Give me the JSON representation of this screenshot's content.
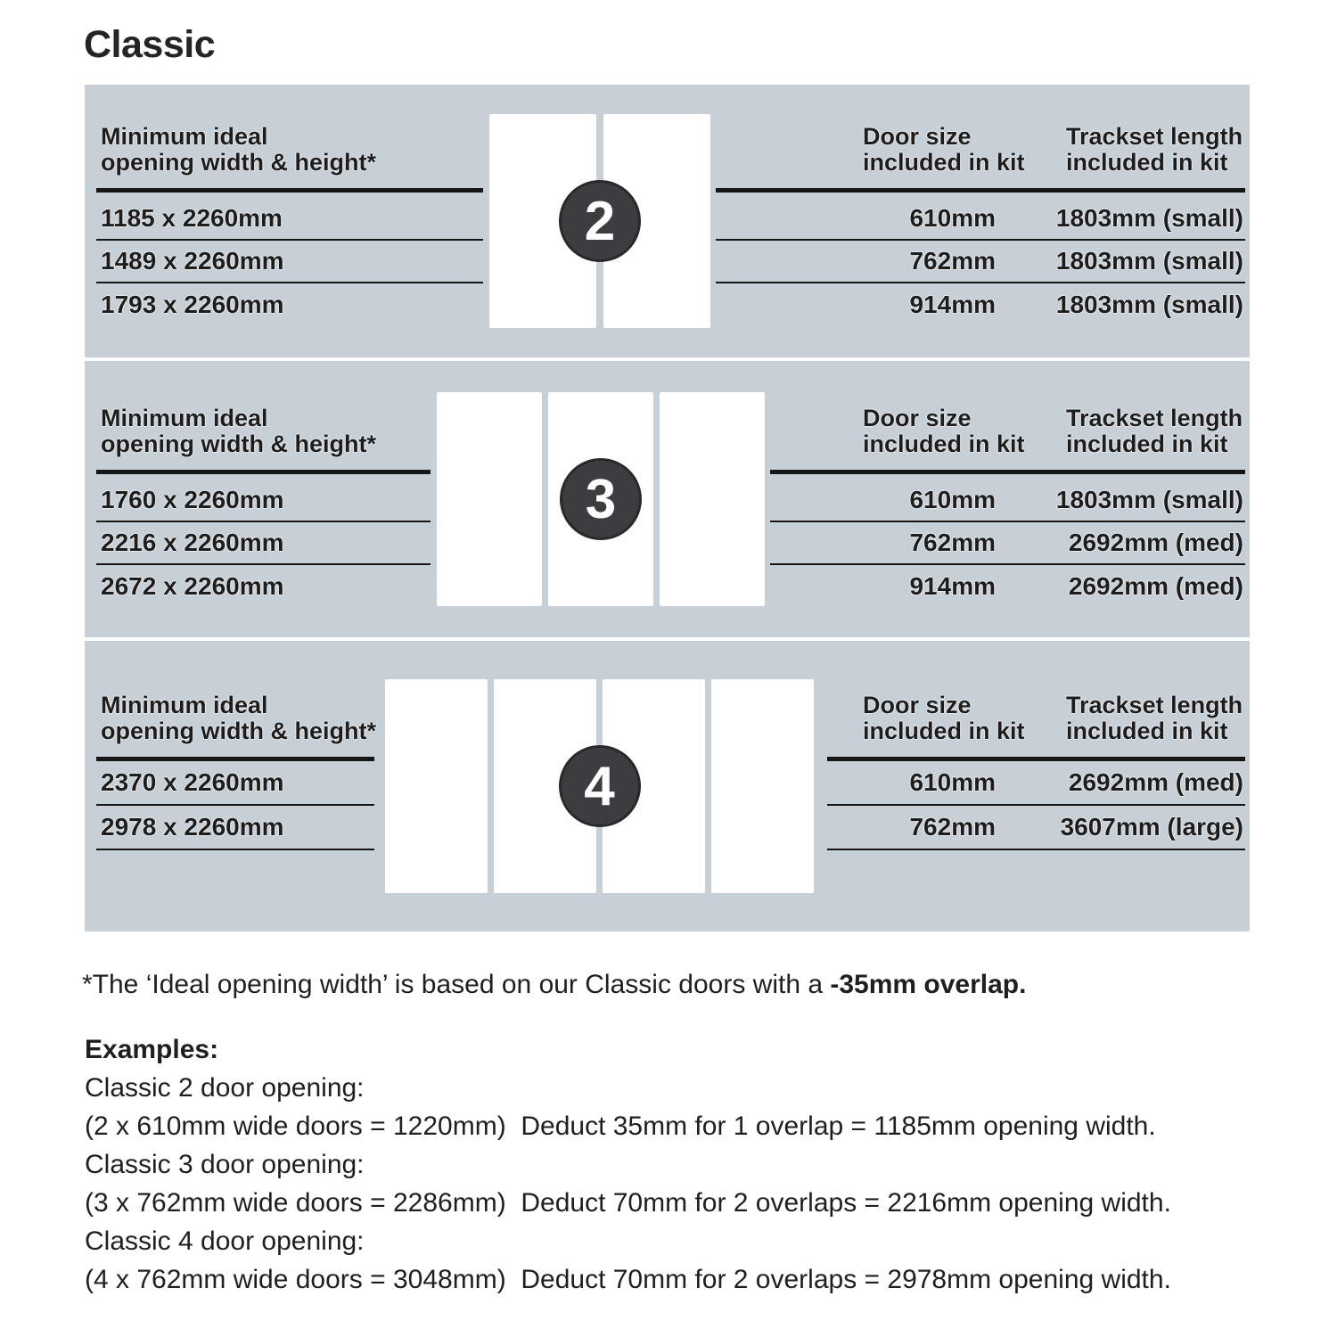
{
  "page": {
    "title": "Classic"
  },
  "colors": {
    "panel_bg": "#c8d0d7",
    "badge_bg": "#3d3d3f",
    "badge_text": "#ffffff",
    "rule": "#161616",
    "text": "#1d1d1d",
    "door_fill": "#fefefe"
  },
  "panels": [
    {
      "badge": "2",
      "left_header_line1": "Minimum ideal",
      "left_header_line2": "opening width & height*",
      "door_size_header_line1": "Door size",
      "door_size_header_line2": "included in kit",
      "trackset_header_line1": "Trackset length",
      "trackset_header_line2": "included in kit",
      "rows": [
        {
          "opening": "1185 x 2260mm",
          "door_size": "610mm",
          "trackset": "1803mm (small)"
        },
        {
          "opening": "1489 x 2260mm",
          "door_size": "762mm",
          "trackset": "1803mm (small)"
        },
        {
          "opening": "1793 x 2260mm",
          "door_size": "914mm",
          "trackset": "1803mm (small)"
        }
      ]
    },
    {
      "badge": "3",
      "left_header_line1": "Minimum ideal",
      "left_header_line2": "opening width & height*",
      "door_size_header_line1": "Door size",
      "door_size_header_line2": "included in kit",
      "trackset_header_line1": "Trackset length",
      "trackset_header_line2": "included in kit",
      "rows": [
        {
          "opening": "1760 x 2260mm",
          "door_size": "610mm",
          "trackset": "1803mm (small)"
        },
        {
          "opening": "2216 x 2260mm",
          "door_size": "762mm",
          "trackset": "2692mm (med)"
        },
        {
          "opening": "2672 x 2260mm",
          "door_size": "914mm",
          "trackset": "2692mm (med)"
        }
      ]
    },
    {
      "badge": "4",
      "left_header_line1": "Minimum ideal",
      "left_header_line2": "opening width & height*",
      "door_size_header_line1": "Door size",
      "door_size_header_line2": "included in kit",
      "trackset_header_line1": "Trackset length",
      "trackset_header_line2": "included in kit",
      "rows": [
        {
          "opening": "2370 x 2260mm",
          "door_size": "610mm",
          "trackset": "2692mm (med)"
        },
        {
          "opening": "2978 x 2260mm",
          "door_size": "762mm",
          "trackset": "3607mm (large)"
        }
      ]
    }
  ],
  "footnote": {
    "prefix": "*The ‘Ideal opening width’ is based on our Classic doors with a ",
    "bold": "-35mm overlap."
  },
  "examples": {
    "heading": "Examples:",
    "items": [
      {
        "label": "Classic 2 door opening:",
        "calc": "(2 x 610mm wide doors = 1220mm)  Deduct 35mm for 1 overlap = 1185mm opening width."
      },
      {
        "label": "Classic 3 door opening:",
        "calc": "(3 x 762mm wide doors = 2286mm)  Deduct 70mm for 2 overlaps = 2216mm opening width."
      },
      {
        "label": "Classic 4 door opening:",
        "calc": "(4 x 762mm wide doors = 3048mm)  Deduct 70mm for 2 overlaps = 2978mm opening width."
      }
    ]
  }
}
